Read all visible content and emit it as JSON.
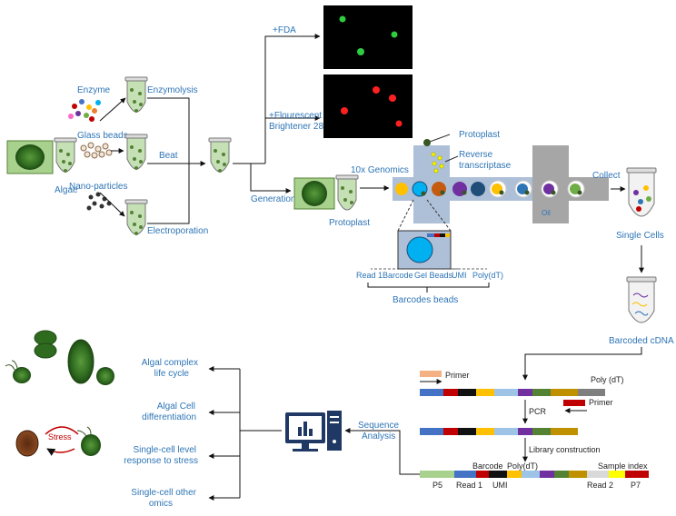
{
  "labels": {
    "algae": "Algae",
    "enzyme": "Enzyme",
    "glass_beads": "Glass beads",
    "nano_particles": "Nano-particles",
    "enzymolysis": "Enzymolysis",
    "beat": "Beat",
    "electroporation": "Electroporation",
    "fda": "+FDA",
    "flourescent_line1": "+Flourescent",
    "flourescent_line2": "Brightener 28",
    "generation": "Generation",
    "protoplast": "Protoplast",
    "tenx": "10x Genomics",
    "protoplast_top": "Protoplast",
    "rt_line1": "Reverse",
    "rt_line2": "transcriptase",
    "oil": "Oil",
    "collect": "Collect",
    "single_cells": "Single Cells",
    "barcoded_cdna": "Barcoded cDNA",
    "read1_top": "Read 1",
    "barcode_top": "Barcode",
    "gel_beads": "Gel Beads",
    "umi_top": "UMI",
    "polydt_top": "Poly(dT)",
    "barcodes_beads": "Barcodes beads",
    "primer1": "Primer",
    "polydt1": "Poly (dT)",
    "primer2": "Primer",
    "pcr": "PCR",
    "library_construction": "Library construction",
    "barcode_bot": "Barcode",
    "polydt_bot": "Poly(dT)",
    "sample_index": "Sample index",
    "p5": "P5",
    "read1_bot": "Read 1",
    "umi_bot": "UMI",
    "read2": "Read 2",
    "p7": "P7",
    "seq_line1": "Sequence",
    "seq_line2": "Analysis",
    "app1_line1": "Algal complex",
    "app1_line2": "life cycle",
    "app2_line1": "Algal Cell",
    "app2_line2": "differentiation",
    "app3_line1": "Single-cell level",
    "app3_line2": "response to stress",
    "app4_line1": "Single-cell other",
    "app4_line2": "omics",
    "stress": "Stress"
  },
  "colors": {
    "label_blue": "#2e75b6",
    "algae_green": "#70ad47",
    "dark_green": "#375623",
    "bead_seq": [
      "#4472c4",
      "#c00000",
      "#111111",
      "#ffc000",
      "#9dc3e6",
      "#7030a0",
      "#548235",
      "#bf9000",
      "#808080"
    ]
  }
}
